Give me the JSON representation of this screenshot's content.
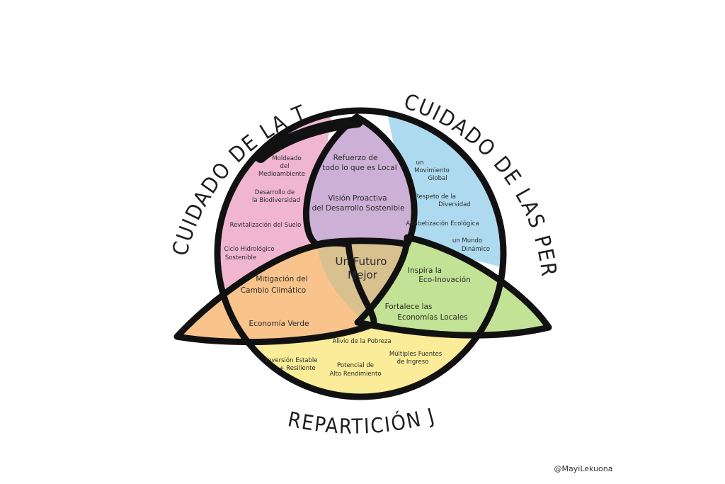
{
  "headings": {
    "earth": "CUIDADO DE LA TIERRA",
    "people": "CUIDADO DE LAS PERSONAS",
    "fair": "REPARTICIÓN JUSTA"
  },
  "center": {
    "line1": "Un Futuro",
    "line2": "Mejor"
  },
  "earth_items": {
    "i1_l1": "Moldeado",
    "i1_l2": "del",
    "i1_l3": "Medioambiente",
    "i2_l1": "Desarrollo de",
    "i2_l2": "la Biodiversidad",
    "i3": "Revitalización del Suelo",
    "i4_l1": "Ciclo Hidrológico",
    "i4_l2": "Sostenible"
  },
  "earth_people": {
    "i1_l1": "Refuerzo de",
    "i1_l2": "todo lo que es Local",
    "i2_l1": "Visión Proactiva",
    "i2_l2": "del Desarrollo Sostenible"
  },
  "people_items": {
    "i1_l1": "un",
    "i1_l2": "Movimiento",
    "i1_l3": "Global",
    "i2_l1": "Respeto de la",
    "i2_l2": "Diversidad",
    "i3": "Alfabetización Ecológica",
    "i4_l1": "un Mundo",
    "i4_l2": "Dinámico"
  },
  "earth_fair": {
    "i1_l1": "Mitigación del",
    "i1_l2": "Cambio Climático",
    "i2": "Economía Verde"
  },
  "people_fair": {
    "i1_l1": "Inspira la",
    "i1_l2": "Eco-Inovación",
    "i2_l1": "Fortalece las",
    "i2_l2": "Economías Locales"
  },
  "fair_items": {
    "i1": "Alivio de la Pobreza",
    "i2_l1": "Múltiples Fuentes",
    "i2_l2": "de Ingreso",
    "i3_l1": "Inversión Estable",
    "i3_l2": "+ Resiliente",
    "i4_l1": "Potencial de",
    "i4_l2": "Alto Rendimiento"
  },
  "credit": "@MayiLekuona",
  "colors": {
    "earth": "#f0b6d0",
    "people": "#aedaf0",
    "fair": "#faec98",
    "earth_people": "#cdb0d6",
    "earth_fair": "#f9c38c",
    "people_fair": "#c2e395",
    "center": "#d8c08f",
    "outline": "#111111"
  }
}
